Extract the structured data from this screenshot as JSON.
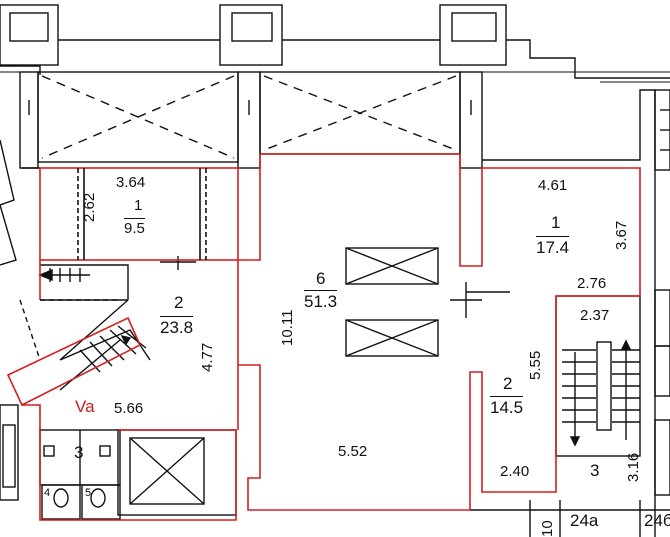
{
  "rooms": [
    {
      "id": "r1-left",
      "number": "1",
      "area": "9.5"
    },
    {
      "id": "r2",
      "number": "2",
      "area": "23.8"
    },
    {
      "id": "r6",
      "number": "6",
      "area": "51.3"
    },
    {
      "id": "r1-right",
      "number": "1",
      "area": "17.4"
    },
    {
      "id": "r2-right",
      "number": "2",
      "area": "14.5"
    },
    {
      "id": "r3-wc",
      "number": "3",
      "area": ""
    },
    {
      "id": "r3-stair",
      "number": "3",
      "area": ""
    }
  ],
  "small_rooms": [
    "4",
    "5"
  ],
  "dimensions": {
    "d364": "3.64",
    "d262": "2.62",
    "d461": "4.61",
    "d367": "3.67",
    "d276": "2.76",
    "d1011": "10.11",
    "d477": "4.77",
    "d566": "5.66",
    "d552": "5.52",
    "d555": "5.55",
    "d237": "2.37",
    "d240": "2.40",
    "d316": "3.16"
  },
  "section_label": "Va",
  "neighbour_labels": [
    "10",
    "24a",
    "24б"
  ],
  "colors": {
    "wall": "#111111",
    "boundary": "#d41f1f",
    "background": "#ffffff"
  }
}
